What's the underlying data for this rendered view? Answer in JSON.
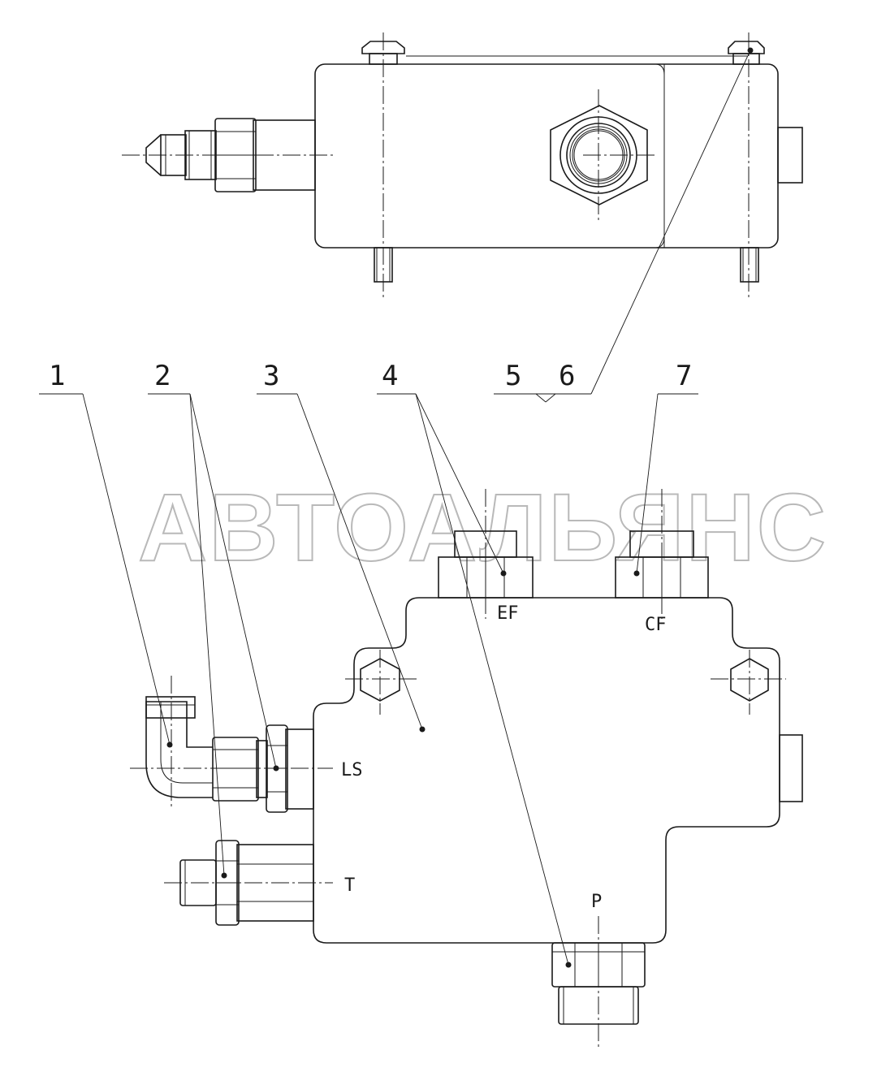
{
  "watermark": "АВТОАЛЬЯНС",
  "callouts": {
    "n1": "1",
    "n2": "2",
    "n3": "3",
    "n4": "4",
    "n5": "5",
    "n6": "6",
    "n7": "7"
  },
  "ports": {
    "ef": "EF",
    "cf": "CF",
    "ls": "LS",
    "t": "T",
    "p": "P"
  }
}
